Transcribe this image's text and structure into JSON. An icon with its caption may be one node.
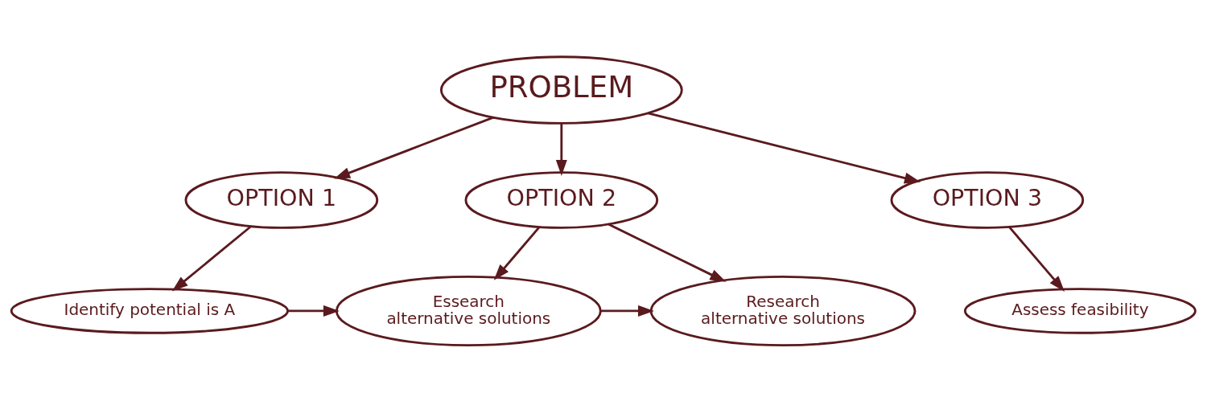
{
  "diagram": {
    "nodes": [
      {
        "text": [
          "PROBLEM"
        ]
      },
      {
        "text": [
          "OPTION 1"
        ]
      },
      {
        "text": [
          "OPTION 2"
        ]
      },
      {
        "text": [
          "OPTION 3"
        ]
      },
      {
        "text": [
          "Identify potential is A"
        ]
      },
      {
        "text": [
          "Essearch",
          "alternative solutions"
        ]
      },
      {
        "text": [
          "Research",
          "alternative solutions"
        ]
      },
      {
        "text": [
          "Assess feasibility"
        ]
      }
    ],
    "edges": [
      {
        "from": 0,
        "to": 1,
        "arrow": "to"
      },
      {
        "from": 0,
        "to": 2,
        "arrow": "to"
      },
      {
        "from": 0,
        "to": 3,
        "arrow": "to"
      },
      {
        "from": 1,
        "to": 4,
        "arrow": "to"
      },
      {
        "from": 2,
        "to": 5,
        "arrow": "to"
      },
      {
        "from": 2,
        "to": 6,
        "arrow": "to"
      },
      {
        "from": 3,
        "to": 7,
        "arrow": "to"
      },
      {
        "from": 4,
        "to": 5,
        "arrow": "to"
      },
      {
        "from": 5,
        "to": 6,
        "arrow": "to"
      }
    ]
  }
}
